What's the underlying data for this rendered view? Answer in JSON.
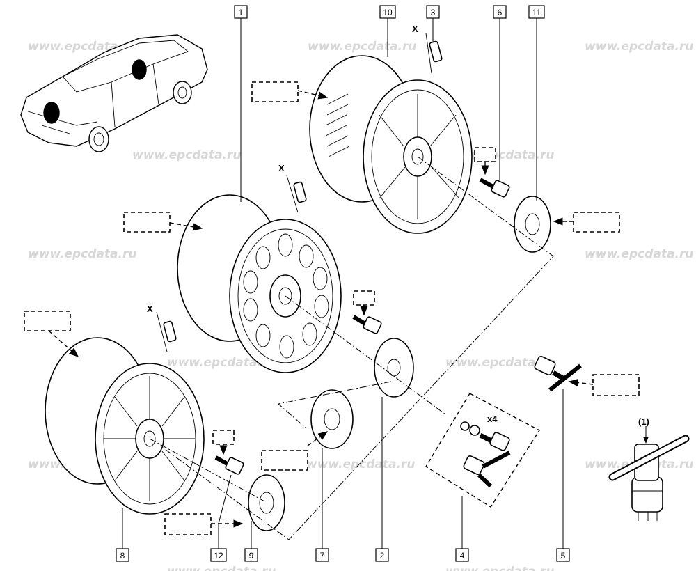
{
  "watermark": "www.epcdata.ru",
  "callouts": {
    "c1": "1",
    "c10": "10",
    "c3": "3",
    "c6": "6",
    "c11": "11",
    "c8": "8",
    "c12": "12",
    "c9": "9",
    "c7": "7",
    "c2": "2",
    "c4": "4",
    "c5": "5"
  },
  "marks": {
    "x_top": "X",
    "x_mid": "X",
    "x_low": "X",
    "qty": "x4",
    "note": "(1)"
  }
}
